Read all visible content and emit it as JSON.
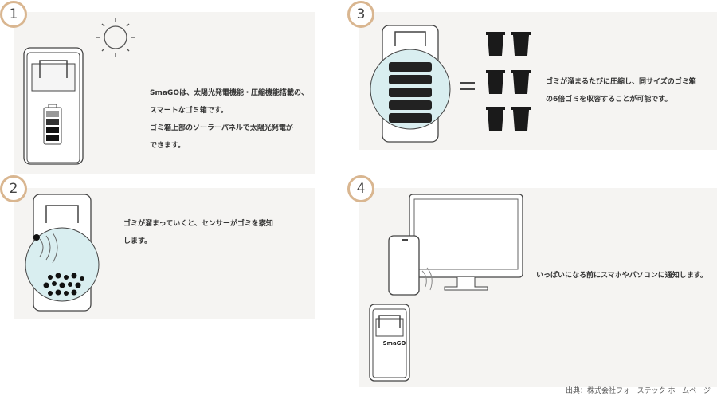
{
  "steps": [
    {
      "number": "1",
      "text": [
        "SmaGOは、太陽光発電機能・圧縮機能搭載の、",
        "スマートなゴミ箱です。",
        "ゴミ箱上部のソーラーパネルで太陽光発電が",
        "できます。"
      ]
    },
    {
      "number": "2",
      "text": [
        "ゴミが溜まっていくと、センサーがゴミを察知",
        "します。"
      ]
    },
    {
      "number": "3",
      "text": [
        "ゴミが溜まるたびに圧縮し、同サイズのゴミ箱",
        "の6倍ゴミを収容することが可能です。"
      ]
    },
    {
      "number": "4",
      "text": [
        "いっぱいになる前にスマホやパソコンに通知します。"
      ]
    }
  ],
  "device_logo": "SmaGO",
  "source": "出典：株式会社フォーステック ホームページ",
  "colors": {
    "badge": "#d9b690",
    "panel": "#f5f4f2",
    "lens": "#d9eef0"
  }
}
